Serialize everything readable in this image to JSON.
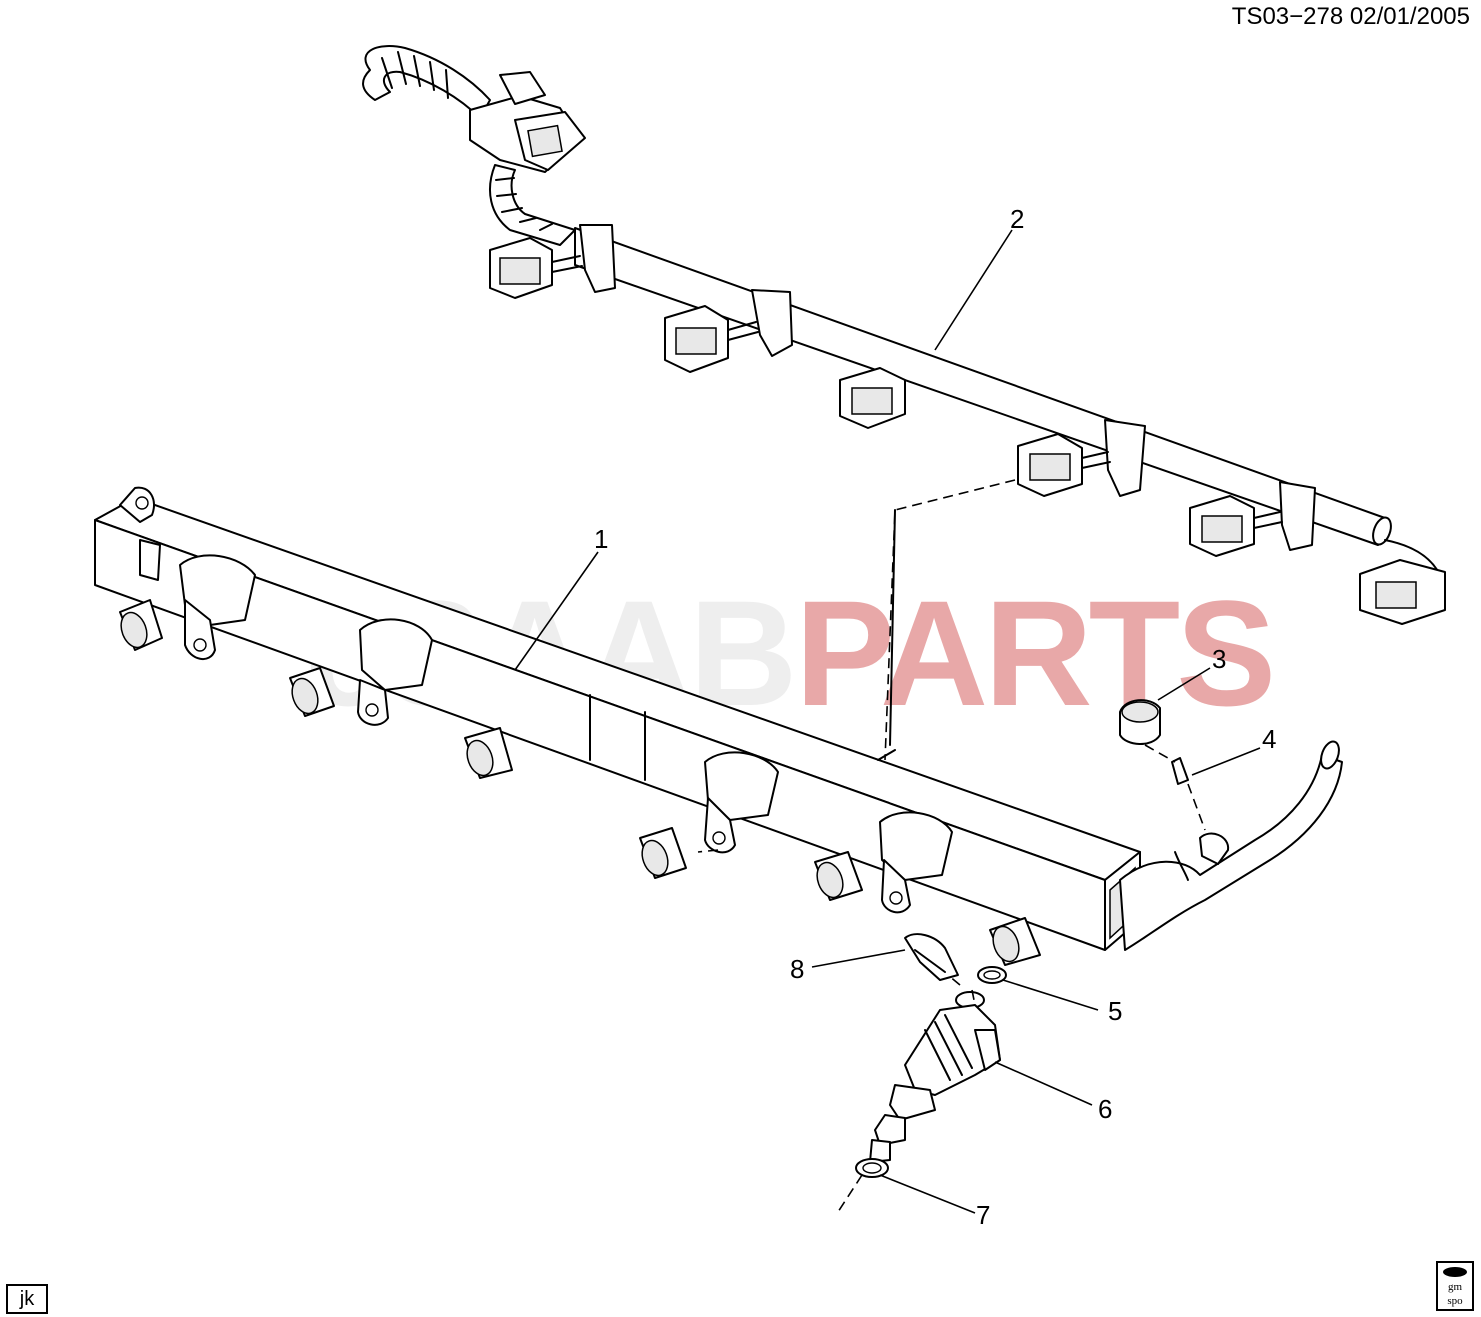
{
  "header": {
    "diagram_id": "TS03−278  02/01/2005"
  },
  "watermark": {
    "prefix": "eSAAB",
    "suffix": "PARTS",
    "prefix_color": "#ececec",
    "suffix_color": "#e59a9a"
  },
  "callouts": [
    "1",
    "2",
    "3",
    "4",
    "5",
    "6",
    "7",
    "8"
  ],
  "footer": {
    "initials": "jk",
    "logo_text_top": "gm",
    "logo_text_bottom": "spo"
  }
}
